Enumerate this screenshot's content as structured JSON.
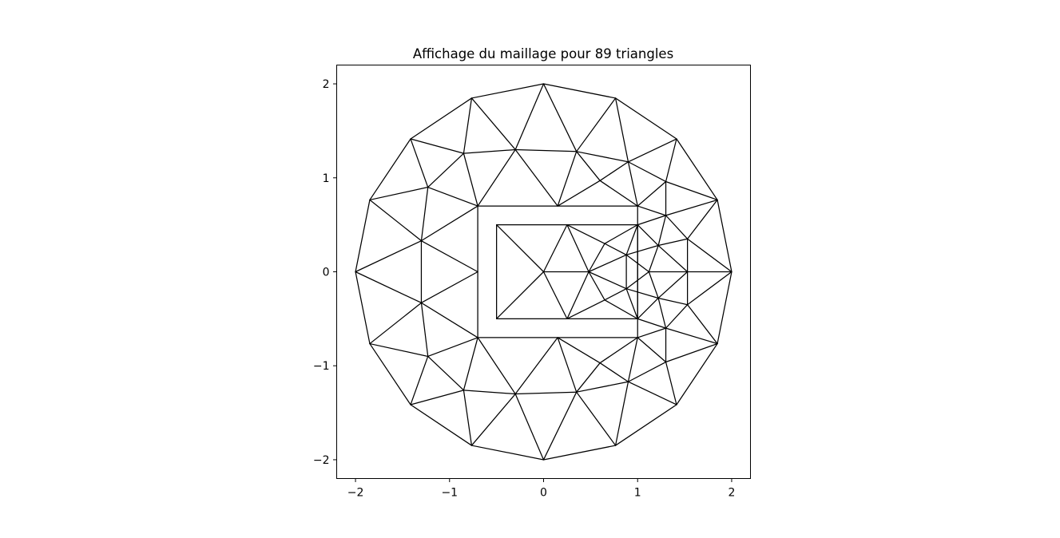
{
  "chart_data": {
    "type": "mesh",
    "title": "Affichage du maillage pour 89 triangles",
    "xlabel": "",
    "ylabel": "",
    "xlim": [
      -2.2,
      2.2
    ],
    "ylim": [
      -2.2,
      2.2
    ],
    "grid": false,
    "xticks": [
      -2,
      -1,
      0,
      1,
      2
    ],
    "yticks": [
      -2,
      -1,
      0,
      1,
      2
    ],
    "xtick_labels": [
      "−2",
      "−1",
      "0",
      "1",
      "2"
    ],
    "ytick_labels": [
      "−2",
      "−1",
      "0",
      "1",
      "2"
    ],
    "edge_color": "#000000",
    "outer_boundary": [
      [
        2,
        0
      ],
      [
        1.848,
        0.765
      ],
      [
        1.414,
        1.414
      ],
      [
        0.765,
        1.848
      ],
      [
        0,
        2
      ],
      [
        -0.765,
        1.848
      ],
      [
        -1.414,
        1.414
      ],
      [
        -1.848,
        0.765
      ],
      [
        -2,
        0
      ],
      [
        -1.848,
        -0.765
      ],
      [
        -1.414,
        -1.414
      ],
      [
        -0.765,
        -1.848
      ],
      [
        0,
        -2
      ],
      [
        0.765,
        -1.848
      ],
      [
        1.414,
        -1.414
      ],
      [
        1.848,
        -0.765
      ]
    ],
    "outer_rect": [
      [
        -0.7,
        -0.7
      ],
      [
        1.0,
        -0.7
      ],
      [
        1.0,
        0.7
      ],
      [
        -0.7,
        0.7
      ]
    ],
    "inner_rect": [
      [
        -0.5,
        -0.5
      ],
      [
        1.0,
        -0.5
      ],
      [
        1.0,
        0.5
      ],
      [
        -0.5,
        0.5
      ]
    ],
    "segments": [
      [
        [
          -0.765,
          1.848
        ],
        [
          -0.85,
          1.26
        ]
      ],
      [
        [
          -0.765,
          1.848
        ],
        [
          -0.3,
          1.3
        ]
      ],
      [
        [
          -1.414,
          1.414
        ],
        [
          -0.85,
          1.26
        ]
      ],
      [
        [
          -1.414,
          1.414
        ],
        [
          -1.23,
          0.9
        ]
      ],
      [
        [
          -1.848,
          0.765
        ],
        [
          -1.23,
          0.9
        ]
      ],
      [
        [
          -1.848,
          0.765
        ],
        [
          -1.3,
          0.33
        ]
      ],
      [
        [
          -2,
          0
        ],
        [
          -1.3,
          0.33
        ]
      ],
      [
        [
          -2,
          0
        ],
        [
          -1.3,
          -0.33
        ]
      ],
      [
        [
          -1.848,
          -0.765
        ],
        [
          -1.3,
          -0.33
        ]
      ],
      [
        [
          -1.848,
          -0.765
        ],
        [
          -1.23,
          -0.9
        ]
      ],
      [
        [
          -1.414,
          -1.414
        ],
        [
          -1.23,
          -0.9
        ]
      ],
      [
        [
          -1.414,
          -1.414
        ],
        [
          -0.85,
          -1.26
        ]
      ],
      [
        [
          -0.765,
          -1.848
        ],
        [
          -0.85,
          -1.26
        ]
      ],
      [
        [
          -0.765,
          -1.848
        ],
        [
          -0.3,
          -1.3
        ]
      ],
      [
        [
          0,
          2
        ],
        [
          -0.3,
          1.3
        ]
      ],
      [
        [
          0,
          2
        ],
        [
          0.35,
          1.28
        ]
      ],
      [
        [
          0.765,
          1.848
        ],
        [
          0.35,
          1.28
        ]
      ],
      [
        [
          0.765,
          1.848
        ],
        [
          0.9,
          1.17
        ]
      ],
      [
        [
          1.414,
          1.414
        ],
        [
          0.9,
          1.17
        ]
      ],
      [
        [
          1.414,
          1.414
        ],
        [
          1.3,
          0.96
        ]
      ],
      [
        [
          1.848,
          0.765
        ],
        [
          1.3,
          0.96
        ]
      ],
      [
        [
          1.848,
          0.765
        ],
        [
          1.3,
          0.6
        ]
      ],
      [
        [
          1.848,
          0.765
        ],
        [
          1.53,
          0.35
        ]
      ],
      [
        [
          2,
          0
        ],
        [
          1.53,
          0.35
        ]
      ],
      [
        [
          2,
          0
        ],
        [
          1.53,
          0
        ]
      ],
      [
        [
          2,
          0
        ],
        [
          1.53,
          -0.35
        ]
      ],
      [
        [
          1.848,
          -0.765
        ],
        [
          1.53,
          -0.35
        ]
      ],
      [
        [
          1.848,
          -0.765
        ],
        [
          1.3,
          -0.6
        ]
      ],
      [
        [
          1.848,
          -0.765
        ],
        [
          1.3,
          -0.96
        ]
      ],
      [
        [
          1.414,
          -1.414
        ],
        [
          1.3,
          -0.96
        ]
      ],
      [
        [
          1.414,
          -1.414
        ],
        [
          0.9,
          -1.17
        ]
      ],
      [
        [
          0.765,
          -1.848
        ],
        [
          0.9,
          -1.17
        ]
      ],
      [
        [
          0.765,
          -1.848
        ],
        [
          0.35,
          -1.28
        ]
      ],
      [
        [
          0,
          -2
        ],
        [
          0.35,
          -1.28
        ]
      ],
      [
        [
          0,
          -2
        ],
        [
          -0.3,
          -1.3
        ]
      ],
      [
        [
          -0.85,
          1.26
        ],
        [
          -0.3,
          1.3
        ]
      ],
      [
        [
          -0.3,
          1.3
        ],
        [
          0.35,
          1.28
        ]
      ],
      [
        [
          0.35,
          1.28
        ],
        [
          0.9,
          1.17
        ]
      ],
      [
        [
          0.9,
          1.17
        ],
        [
          1.3,
          0.96
        ]
      ],
      [
        [
          -0.85,
          1.26
        ],
        [
          -1.23,
          0.9
        ]
      ],
      [
        [
          -1.23,
          0.9
        ],
        [
          -1.3,
          0.33
        ]
      ],
      [
        [
          -1.3,
          0.33
        ],
        [
          -1.3,
          -0.33
        ]
      ],
      [
        [
          -1.3,
          -0.33
        ],
        [
          -1.23,
          -0.9
        ]
      ],
      [
        [
          -1.23,
          -0.9
        ],
        [
          -0.85,
          -1.26
        ]
      ],
      [
        [
          -0.85,
          -1.26
        ],
        [
          -0.3,
          -1.3
        ]
      ],
      [
        [
          -0.3,
          -1.3
        ],
        [
          0.35,
          -1.28
        ]
      ],
      [
        [
          0.35,
          -1.28
        ],
        [
          0.9,
          -1.17
        ]
      ],
      [
        [
          0.9,
          -1.17
        ],
        [
          1.3,
          -0.96
        ]
      ],
      [
        [
          -0.85,
          1.26
        ],
        [
          -0.7,
          0.7
        ]
      ],
      [
        [
          -1.23,
          0.9
        ],
        [
          -0.7,
          0.7
        ]
      ],
      [
        [
          -0.3,
          1.3
        ],
        [
          -0.7,
          0.7
        ]
      ],
      [
        [
          -0.3,
          1.3
        ],
        [
          0.15,
          0.7
        ]
      ],
      [
        [
          0.35,
          1.28
        ],
        [
          0.15,
          0.7
        ]
      ],
      [
        [
          0.35,
          1.28
        ],
        [
          0.6,
          0.97
        ]
      ],
      [
        [
          0.6,
          0.97
        ],
        [
          0.15,
          0.7
        ]
      ],
      [
        [
          0.6,
          0.97
        ],
        [
          0.9,
          1.17
        ]
      ],
      [
        [
          0.6,
          0.97
        ],
        [
          1.0,
          0.7
        ]
      ],
      [
        [
          0.9,
          1.17
        ],
        [
          1.0,
          0.7
        ]
      ],
      [
        [
          1.3,
          0.96
        ],
        [
          1.0,
          0.7
        ]
      ],
      [
        [
          1.3,
          0.96
        ],
        [
          1.3,
          0.6
        ]
      ],
      [
        [
          -1.3,
          0.33
        ],
        [
          -0.7,
          0.7
        ]
      ],
      [
        [
          -1.3,
          0.33
        ],
        [
          -0.7,
          0
        ]
      ],
      [
        [
          -1.3,
          -0.33
        ],
        [
          -0.7,
          0
        ]
      ],
      [
        [
          -1.3,
          -0.33
        ],
        [
          -0.7,
          -0.7
        ]
      ],
      [
        [
          -1.23,
          -0.9
        ],
        [
          -0.7,
          -0.7
        ]
      ],
      [
        [
          -0.85,
          -1.26
        ],
        [
          -0.7,
          -0.7
        ]
      ],
      [
        [
          -0.3,
          -1.3
        ],
        [
          -0.7,
          -0.7
        ]
      ],
      [
        [
          -0.3,
          -1.3
        ],
        [
          0.15,
          -0.7
        ]
      ],
      [
        [
          0.35,
          -1.28
        ],
        [
          0.15,
          -0.7
        ]
      ],
      [
        [
          0.35,
          -1.28
        ],
        [
          0.6,
          -0.97
        ]
      ],
      [
        [
          0.6,
          -0.97
        ],
        [
          0.15,
          -0.7
        ]
      ],
      [
        [
          0.6,
          -0.97
        ],
        [
          0.9,
          -1.17
        ]
      ],
      [
        [
          0.6,
          -0.97
        ],
        [
          1.0,
          -0.7
        ]
      ],
      [
        [
          0.9,
          -1.17
        ],
        [
          1.0,
          -0.7
        ]
      ],
      [
        [
          1.3,
          -0.96
        ],
        [
          1.0,
          -0.7
        ]
      ],
      [
        [
          1.3,
          -0.96
        ],
        [
          1.3,
          -0.6
        ]
      ],
      [
        [
          1.3,
          0.6
        ],
        [
          1.0,
          0.7
        ]
      ],
      [
        [
          1.3,
          0.6
        ],
        [
          1.0,
          0.5
        ]
      ],
      [
        [
          1.3,
          0.6
        ],
        [
          1.53,
          0.35
        ]
      ],
      [
        [
          1.3,
          0.6
        ],
        [
          1.22,
          0.28
        ]
      ],
      [
        [
          1.53,
          0.35
        ],
        [
          1.22,
          0.28
        ]
      ],
      [
        [
          1.53,
          0.35
        ],
        [
          1.53,
          0
        ]
      ],
      [
        [
          1.22,
          0.28
        ],
        [
          1.53,
          0
        ]
      ],
      [
        [
          1.22,
          0.28
        ],
        [
          1.12,
          0
        ]
      ],
      [
        [
          1.22,
          0.28
        ],
        [
          0.88,
          0.18
        ]
      ],
      [
        [
          1.22,
          0.28
        ],
        [
          1.0,
          0.5
        ]
      ],
      [
        [
          1.12,
          0
        ],
        [
          1.53,
          0
        ]
      ],
      [
        [
          1.12,
          0
        ],
        [
          1.22,
          -0.28
        ]
      ],
      [
        [
          1.53,
          0
        ],
        [
          1.22,
          -0.28
        ]
      ],
      [
        [
          1.53,
          0
        ],
        [
          1.53,
          -0.35
        ]
      ],
      [
        [
          1.53,
          -0.35
        ],
        [
          1.22,
          -0.28
        ]
      ],
      [
        [
          1.53,
          -0.35
        ],
        [
          1.3,
          -0.6
        ]
      ],
      [
        [
          1.22,
          -0.28
        ],
        [
          1.3,
          -0.6
        ]
      ],
      [
        [
          1.22,
          -0.28
        ],
        [
          1.0,
          -0.5
        ]
      ],
      [
        [
          1.22,
          -0.28
        ],
        [
          0.88,
          -0.18
        ]
      ],
      [
        [
          1.3,
          -0.6
        ],
        [
          1.0,
          -0.5
        ]
      ],
      [
        [
          1.3,
          -0.6
        ],
        [
          1.0,
          -0.7
        ]
      ],
      [
        [
          1.12,
          0
        ],
        [
          0.88,
          0.18
        ]
      ],
      [
        [
          1.12,
          0
        ],
        [
          0.88,
          -0.18
        ]
      ],
      [
        [
          0.88,
          0.18
        ],
        [
          0.88,
          -0.18
        ]
      ],
      [
        [
          0.88,
          0.18
        ],
        [
          1.0,
          0.5
        ]
      ],
      [
        [
          0.88,
          0.18
        ],
        [
          0.48,
          0
        ]
      ],
      [
        [
          0.88,
          -0.18
        ],
        [
          0.48,
          0
        ]
      ],
      [
        [
          0.88,
          -0.18
        ],
        [
          1.0,
          -0.5
        ]
      ],
      [
        [
          1.0,
          0.5
        ],
        [
          0.65,
          0.3
        ]
      ],
      [
        [
          0.65,
          0.3
        ],
        [
          0.48,
          0
        ]
      ],
      [
        [
          0.65,
          0.3
        ],
        [
          0.88,
          0.18
        ]
      ],
      [
        [
          0.65,
          0.3
        ],
        [
          0.25,
          0.5
        ]
      ],
      [
        [
          1.0,
          -0.5
        ],
        [
          0.65,
          -0.3
        ]
      ],
      [
        [
          0.65,
          -0.3
        ],
        [
          0.48,
          0
        ]
      ],
      [
        [
          0.65,
          -0.3
        ],
        [
          0.88,
          -0.18
        ]
      ],
      [
        [
          0.65,
          -0.3
        ],
        [
          0.25,
          -0.5
        ]
      ],
      [
        [
          0.25,
          0.5
        ],
        [
          0.48,
          0
        ]
      ],
      [
        [
          0.25,
          0.5
        ],
        [
          0,
          0
        ]
      ],
      [
        [
          0.25,
          -0.5
        ],
        [
          0.48,
          0
        ]
      ],
      [
        [
          0.25,
          -0.5
        ],
        [
          0,
          0
        ]
      ],
      [
        [
          0,
          0
        ],
        [
          0.48,
          0
        ]
      ],
      [
        [
          0,
          0
        ],
        [
          -0.5,
          0.5
        ]
      ],
      [
        [
          0,
          0
        ],
        [
          -0.5,
          -0.5
        ]
      ]
    ]
  }
}
